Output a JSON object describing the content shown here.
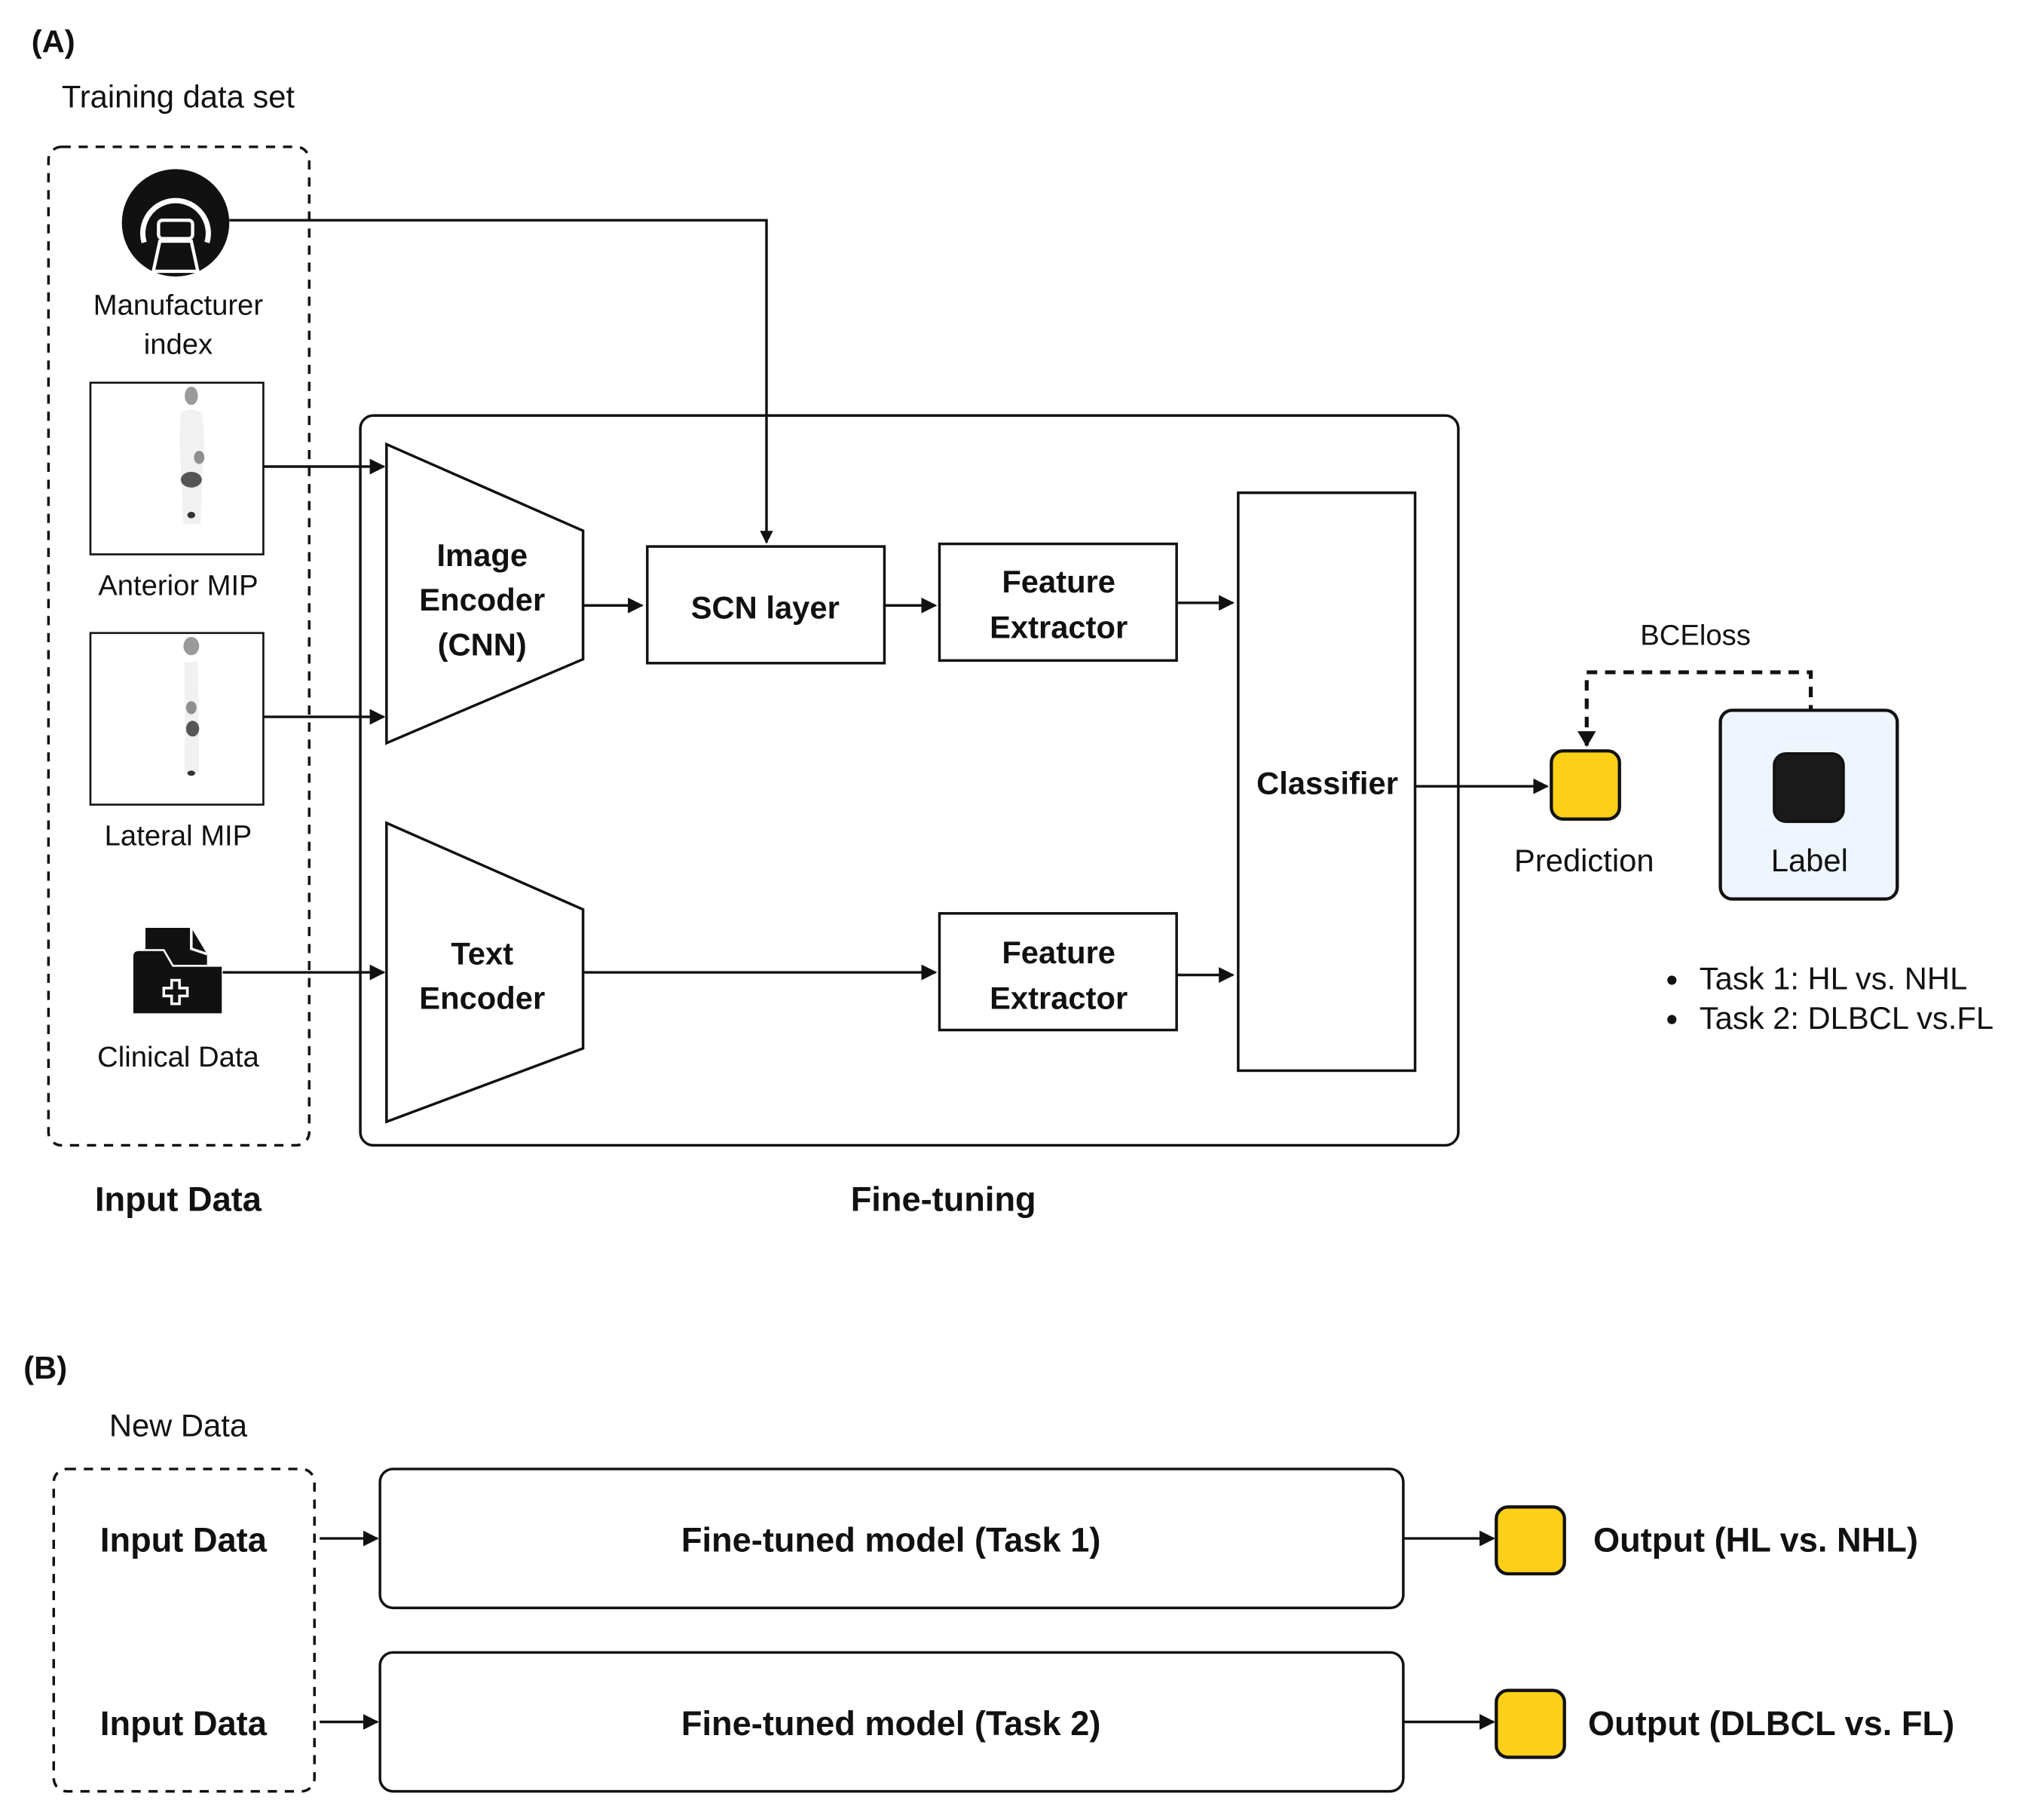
{
  "panel_a": {
    "label": "(A)",
    "training_title": "Training data set",
    "inputs": {
      "manufacturer": {
        "line1": "Manufacturer",
        "line2": "index",
        "icon": "mri-scanner-icon"
      },
      "anterior_mip": {
        "label": "Anterior MIP"
      },
      "lateral_mip": {
        "label": "Lateral MIP"
      },
      "clinical": {
        "label": "Clinical Data",
        "icon": "medical-folder-icon"
      }
    },
    "input_section_label": "Input Data",
    "finetune_section_label": "Fine-tuning",
    "image_encoder": {
      "line1": "Image",
      "line2": "Encoder",
      "line3": "(CNN)"
    },
    "text_encoder": {
      "line1": "Text",
      "line2": "Encoder"
    },
    "scn_layer": "SCN layer",
    "feature_extractor_top": {
      "line1": "Feature",
      "line2": "Extractor"
    },
    "feature_extractor_bottom": {
      "line1": "Feature",
      "line2": "Extractor"
    },
    "classifier": "Classifier",
    "loss_label": "BCEloss",
    "prediction_label": "Prediction",
    "label_box_label": "Label",
    "tasks": [
      "Task 1: HL vs. NHL",
      "Task 2: DLBCL vs.FL"
    ]
  },
  "panel_b": {
    "label": "(B)",
    "new_data_title": "New Data",
    "rows": [
      {
        "input": "Input Data",
        "model": "Fine-tuned model (Task 1)",
        "output": "Output (HL vs. NHL)"
      },
      {
        "input": "Input Data",
        "model": "Fine-tuned model (Task 2)",
        "output": "Output (DLBCL vs. FL)"
      }
    ]
  },
  "colors": {
    "prediction": "#FDD017",
    "label_fill": "#EEF5FD",
    "label_chip": "#1A1A1A",
    "stroke": "#111111"
  }
}
